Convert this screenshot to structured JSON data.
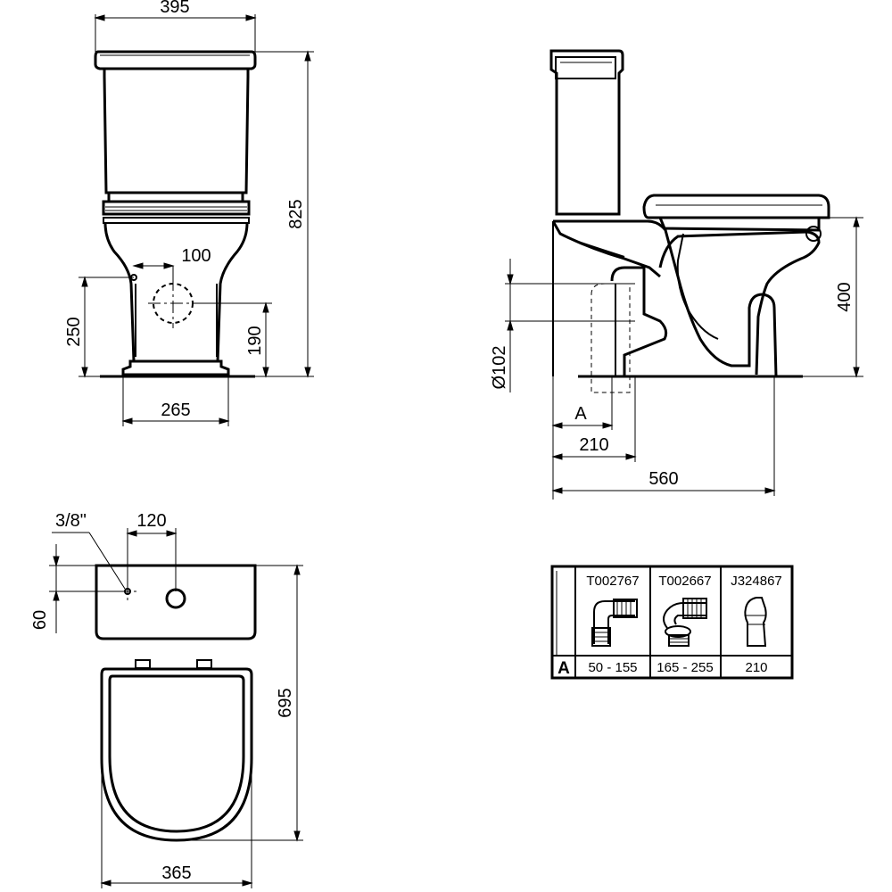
{
  "front_view": {
    "dim_width_top": "395",
    "dim_height_total": "825",
    "dim_inlet_offset": "100",
    "dim_floor_to_inlet": "250",
    "dim_floor_to_bolt": "190",
    "dim_base_width": "265"
  },
  "side_view": {
    "dim_outlet_diameter": "Ø102",
    "dim_a_label": "A",
    "dim_wall_to_outlet": "210",
    "dim_depth_total": "560",
    "dim_seat_height": "400"
  },
  "top_view": {
    "dim_inlet_thread": "3/8\"",
    "dim_inlet_spacing": "120",
    "dim_inlet_from_back": "60",
    "dim_depth": "695",
    "dim_width": "365"
  },
  "connector_table": {
    "row_label": "A",
    "columns": [
      {
        "code": "T002767",
        "range": "50 - 155",
        "icon": "angled-pan-connector-icon"
      },
      {
        "code": "T002667",
        "range": "165 - 255",
        "icon": "offset-pan-connector-icon"
      },
      {
        "code": "J324867",
        "range": "210",
        "icon": "straight-pan-connector-icon"
      }
    ]
  }
}
